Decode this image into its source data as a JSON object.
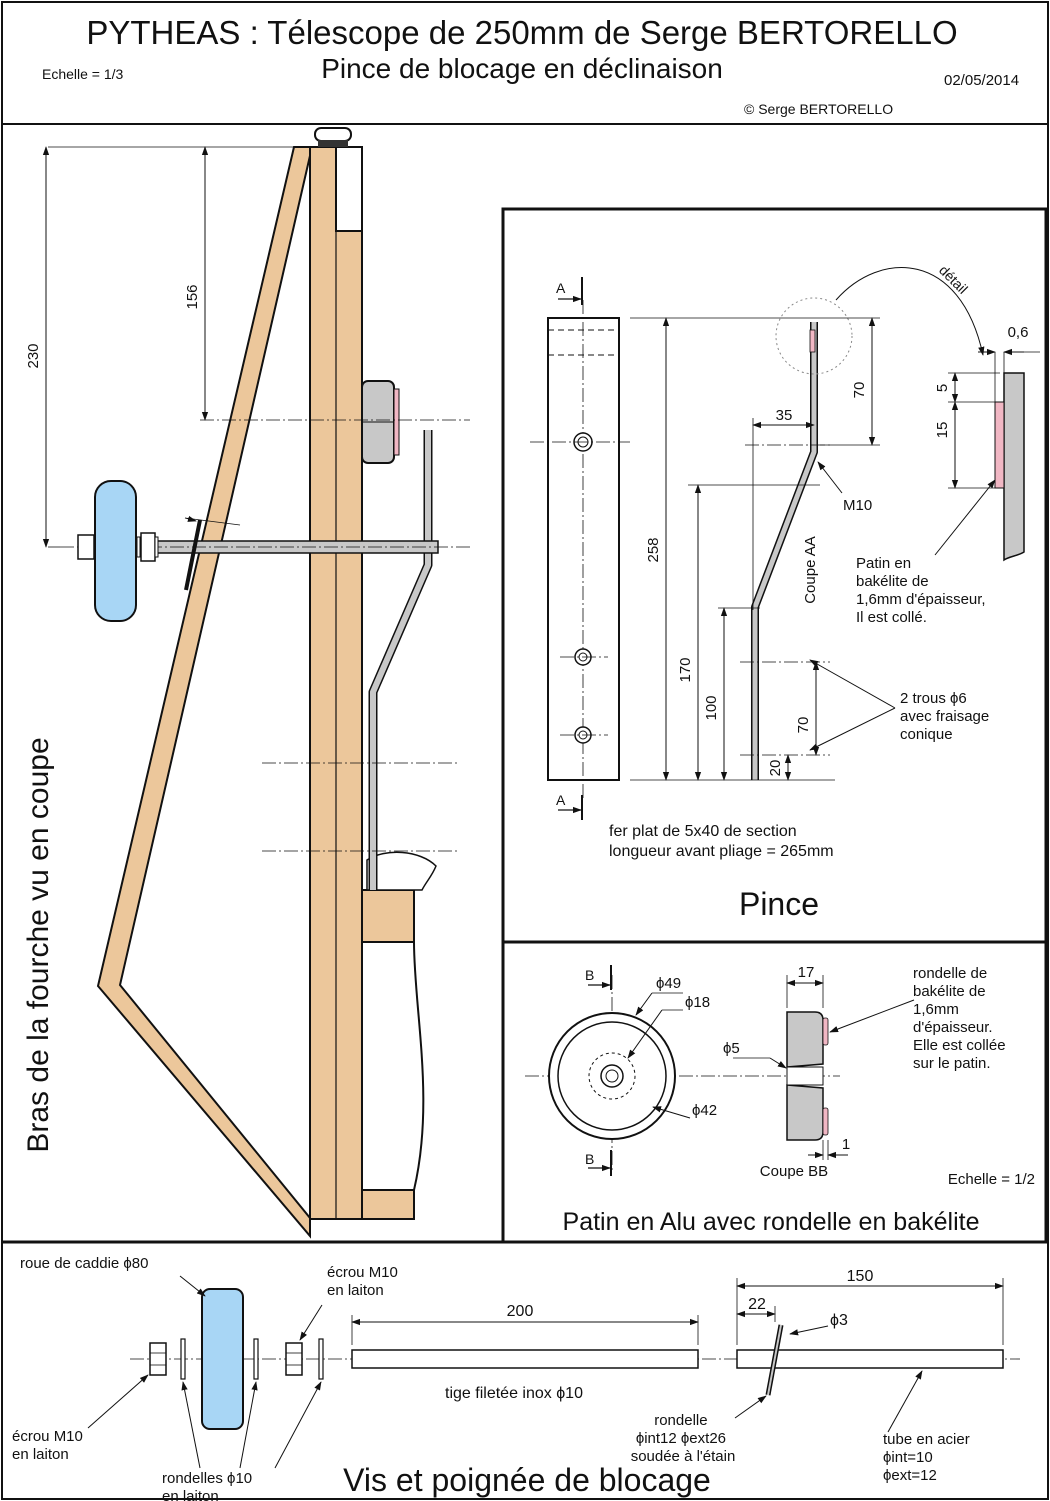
{
  "header": {
    "title": "PYTHEAS : Télescope de 250mm de Serge BERTORELLO",
    "subtitle": "Pince de blocage en déclinaison",
    "scale": "Echelle = 1/3",
    "date": "02/05/2014",
    "copyright": "© Serge BERTORELLO"
  },
  "left_view": {
    "vertical_label": "Bras de la fourche vu en coupe",
    "dim_230": "230",
    "dim_156": "156"
  },
  "pince": {
    "panel_title": "Pince",
    "section_a_top": "A",
    "section_a_bottom": "A",
    "detail_label": "détail",
    "dim_0_6": "0,6",
    "dim_5": "5",
    "dim_15": "15",
    "dim_70_top": "70",
    "dim_35": "35",
    "label_m10": "M10",
    "label_coupe_aa": "Coupe AA",
    "dim_258": "258",
    "dim_170": "170",
    "dim_100": "100",
    "dim_70_bottom": "70",
    "dim_20": "20",
    "patin_note": [
      "Patin en",
      "bakélite de",
      "1,6mm d'épaisseur,",
      "Il est collé."
    ],
    "holes_note": [
      "2 trous ϕ6",
      "avec fraisage",
      "conique"
    ],
    "material_note": [
      "fer plat de 5x40 de section",
      "longueur avant pliage = 265mm"
    ]
  },
  "patin": {
    "panel_title": "Patin en Alu avec rondelle en bakélite",
    "section_b_top": "B",
    "section_b_bottom": "B",
    "dim_49": "ϕ49",
    "dim_18": "ϕ18",
    "dim_5": "ϕ5",
    "dim_42": "ϕ42",
    "dim_17": "17",
    "dim_1": "1",
    "label_coupe_bb": "Coupe BB",
    "scale": "Echelle = 1/2",
    "washer_note": [
      "rondelle de",
      "bakélite de",
      "1,6mm",
      "d'épaisseur.",
      "Elle est collée",
      "sur le patin."
    ]
  },
  "vis": {
    "panel_title": "Vis et poignée de blocage",
    "wheel_label": "roue de caddie ϕ80",
    "nut_top": [
      "écrou M10",
      "en laiton"
    ],
    "nut_bottom": [
      "écrou M10",
      "en laiton"
    ],
    "washers": [
      "rondelles ϕ10",
      "en laiton"
    ],
    "rod_label": "tige filetée inox ϕ10",
    "dim_200": "200",
    "dim_150": "150",
    "dim_22": "22",
    "dim_phi3": "ϕ3",
    "rondelle": [
      "rondelle",
      "ϕint12 ϕext26",
      "soudée à l'étain"
    ],
    "tube": [
      "tube en acier",
      "ϕint=10",
      "ϕext=12"
    ]
  },
  "colors": {
    "wood": "#ecc79b",
    "steel": "#c8c8c8",
    "wheel": "#a8d6f5",
    "bakelite": "#f1b7c4",
    "line": "#111111"
  }
}
